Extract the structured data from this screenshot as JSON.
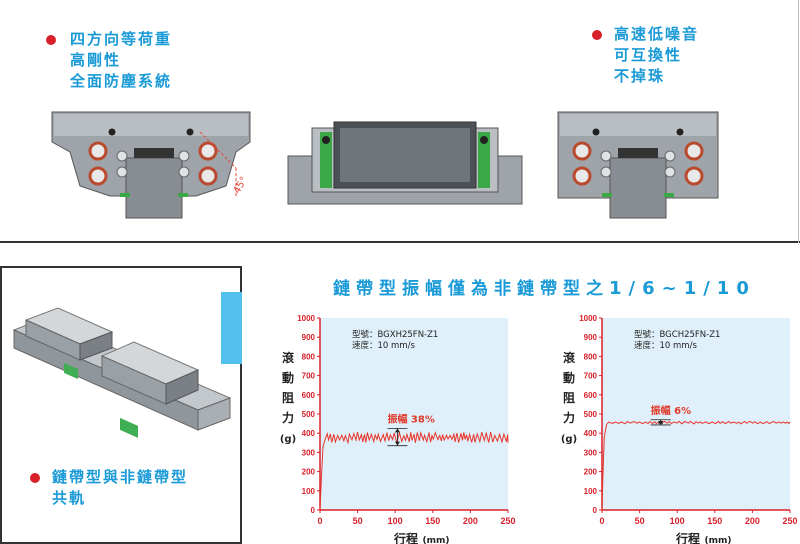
{
  "features_left": {
    "lines": [
      "四方向等荷重",
      "高剛性",
      "全面防塵系統"
    ]
  },
  "features_right": {
    "lines": [
      "高速低噪音",
      "可互換性",
      "不掉珠"
    ]
  },
  "drawing": {
    "angle_label": "45°"
  },
  "bottom_left": {
    "lines": [
      "鏈帶型與非鏈帶型",
      "共軌"
    ]
  },
  "headline": {
    "text": "鏈帶型振幅僅為非鏈帶型之",
    "ratio": "1/6~1/10"
  },
  "colors": {
    "accent": "#1a9ad6",
    "bullet": "#d8202a",
    "axis": "#d8202a",
    "plot_bg": "#dff0fa",
    "trace": "#e8362a",
    "tab": "#52c0ec"
  },
  "chart_data": [
    {
      "type": "line",
      "model_label": "型號：BGXH25FN-Z1",
      "speed_label": "速度：10 mm/s",
      "ylabel": [
        "滾",
        "動",
        "阻",
        "力",
        "(g)"
      ],
      "xlabel_main": "行程",
      "xlabel_unit": "(mm)",
      "xticks": [
        0,
        50,
        100,
        150,
        200,
        250
      ],
      "yticks": [
        0,
        100,
        200,
        300,
        400,
        500,
        600,
        700,
        800,
        900,
        1000
      ],
      "xlim": [
        0,
        250
      ],
      "ylim": [
        0,
        1000
      ],
      "annotation": "振幅 38%",
      "annotation_x": 103,
      "band": [
        335,
        425
      ],
      "series": [
        {
          "start": [
            [
              0,
              0
            ],
            [
              2,
              180
            ],
            [
              4,
              330
            ],
            [
              7,
              370
            ]
          ],
          "mean": 378,
          "amp": 28,
          "step": 2.6,
          "seed": 7
        }
      ]
    },
    {
      "type": "line",
      "model_label": "型號：BGCH25FN-Z1",
      "speed_label": "速度：10 mm/s",
      "ylabel": [
        "滾",
        "動",
        "阻",
        "力",
        "(g)"
      ],
      "xlabel_main": "行程",
      "xlabel_unit": "(mm)",
      "xticks": [
        0,
        50,
        100,
        150,
        200,
        250
      ],
      "yticks": [
        0,
        100,
        200,
        300,
        400,
        500,
        600,
        700,
        800,
        900,
        1000
      ],
      "xlim": [
        0,
        250
      ],
      "ylim": [
        0,
        1000
      ],
      "annotation": "振幅 6%",
      "annotation_x": 78,
      "band": [
        443,
        470
      ],
      "series": [
        {
          "start": [
            [
              0,
              0
            ],
            [
              1,
              150
            ],
            [
              3,
              380
            ],
            [
              6,
              445
            ]
          ],
          "mean": 455,
          "amp": 7,
          "step": 3.5,
          "seed": 3
        }
      ]
    }
  ]
}
